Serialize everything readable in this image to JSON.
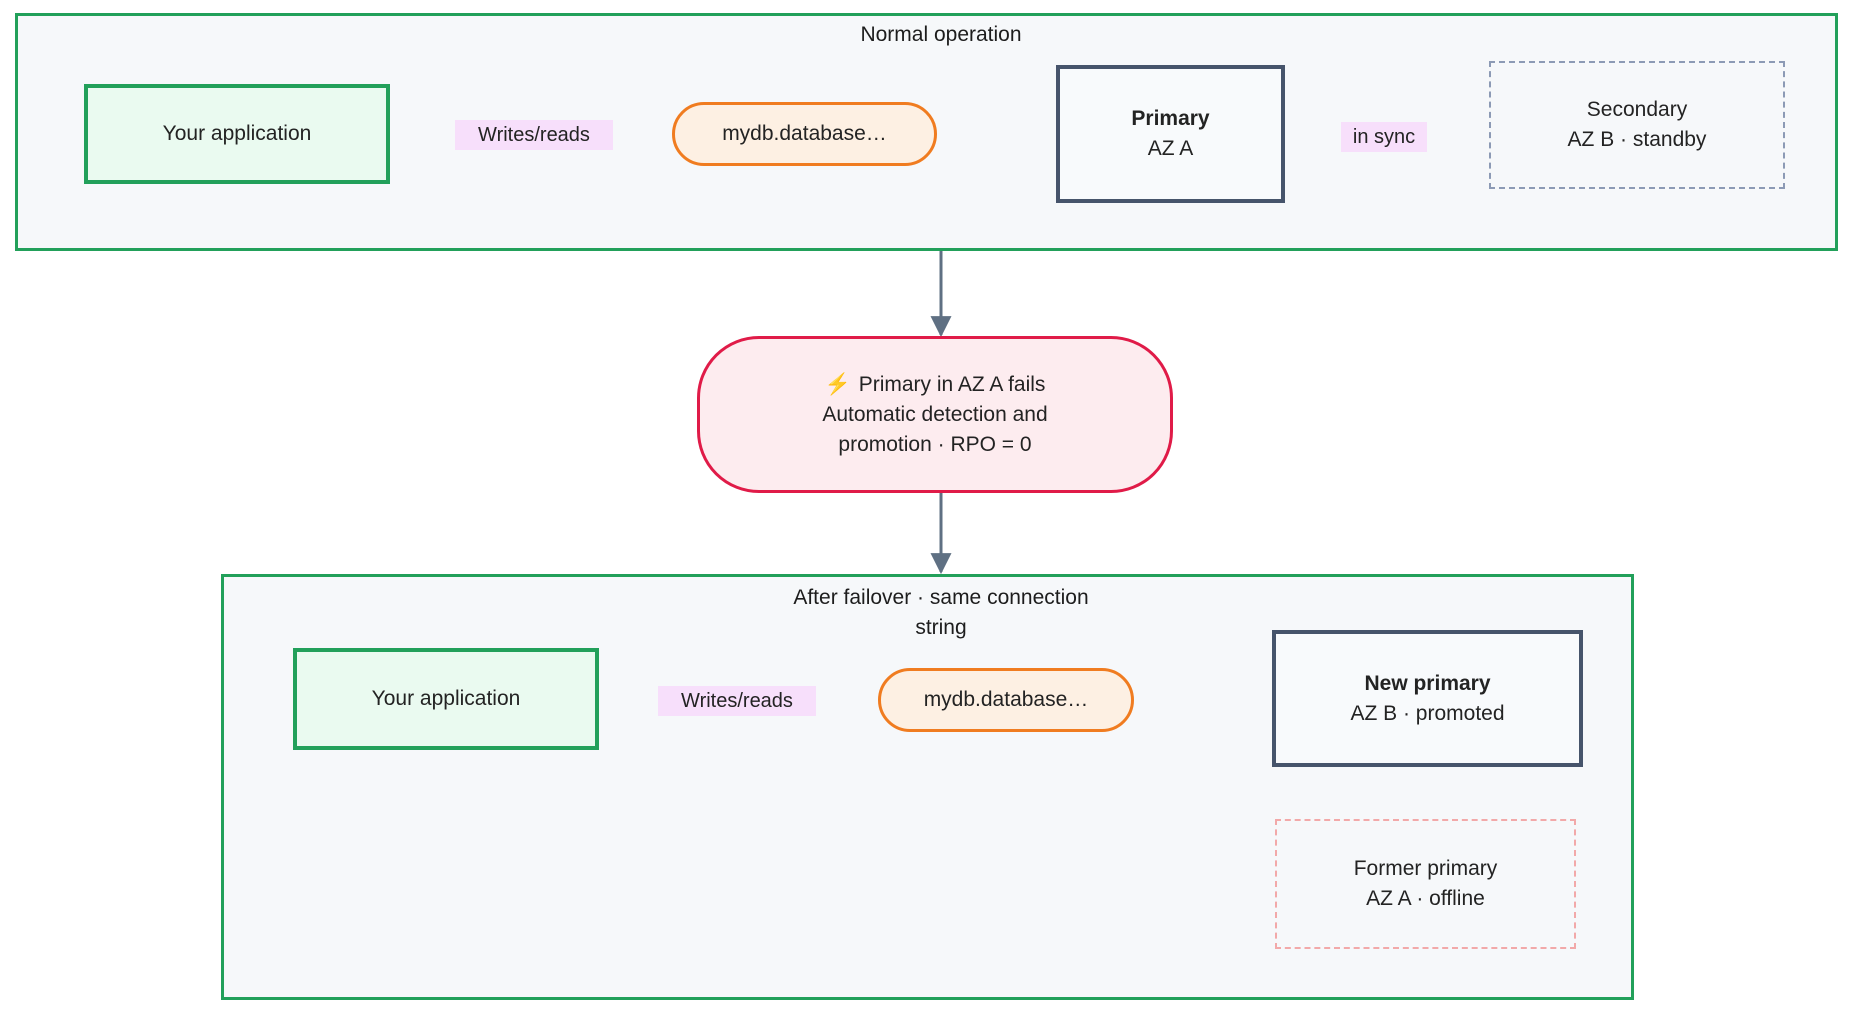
{
  "diagram": {
    "title_top": "Normal operation",
    "title_bottom": "After failover · same connection string"
  },
  "top_panel": {
    "title": "Normal operation",
    "app": {
      "label": "Your application"
    },
    "endpoint": {
      "label": "mydb.database…"
    },
    "primary": {
      "line1": "Primary",
      "line2": "AZ A"
    },
    "secondary": {
      "line1": "Secondary",
      "line2": "AZ B · standby"
    },
    "edges": {
      "writes_reads": "Writes/reads",
      "in_sync": "in sync"
    }
  },
  "failure_node": {
    "icon": "lightning-bolt-icon",
    "icon_glyph": "⚡",
    "line1": "Primary in AZ A fails",
    "line2": "Automatic detection and",
    "line3": "promotion · RPO = 0"
  },
  "bottom_panel": {
    "title_line1": "After failover · same connection",
    "title_line2": "string",
    "app": {
      "label": "Your application"
    },
    "endpoint": {
      "label": "mydb.database…"
    },
    "new_primary": {
      "line1": "New primary",
      "line2": "AZ B · promoted"
    },
    "former_primary": {
      "line1": "Former primary",
      "line2": "AZ A · offline"
    },
    "edges": {
      "writes_reads": "Writes/reads"
    }
  },
  "colors": {
    "cluster_border": "#22a05a",
    "cluster_fill": "#f6f8fa",
    "app_fill": "#eafaf0",
    "app_border": "#22a05a",
    "endpoint_fill": "#fdf0e3",
    "endpoint_border": "#f07c20",
    "primary_border": "#46546b",
    "primary_fill": "#f8fafc",
    "standby_border": "#8c9ab5",
    "offline_border": "#f2a9a9",
    "failure_fill": "#fdecef",
    "failure_border": "#e01b48",
    "edge_stroke": "#5f7083",
    "edge_label_fill": "#f7dffb",
    "bolt": "#f5b21a"
  }
}
